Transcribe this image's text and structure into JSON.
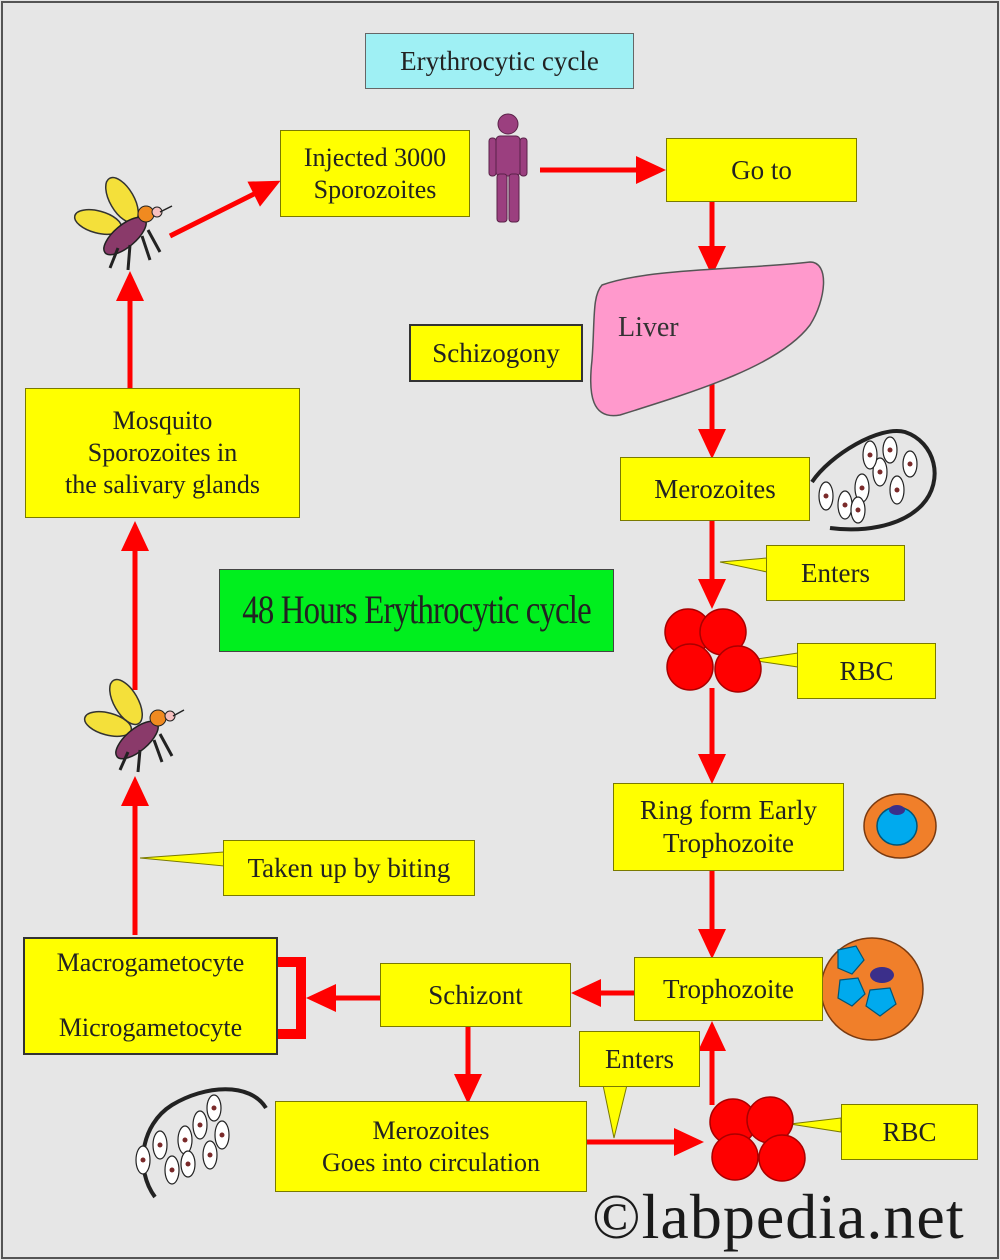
{
  "title": "Erythrocytic cycle",
  "center_label": "48 Hours Erythrocytic cycle",
  "watermark": "©labpedia.net",
  "nodes": {
    "injected": "Injected 3000\nSporozoites",
    "go_to": "Go to",
    "liver": "Liver",
    "schizogony": "Schizogony",
    "merozoites_liver": "Merozoites",
    "enters_1": "Enters",
    "rbc_1": "RBC",
    "ring_form": "Ring form Early\nTrophozoite",
    "trophozoite": "Trophozoite",
    "schizont": "Schizont",
    "gametocytes": "Macrogametocyte\n\nMicrogametocyte",
    "merozoites_circ": "Merozoites\nGoes into circulation",
    "enters_2": "Enters",
    "rbc_2": "RBC",
    "taken_up": "Taken up by biting",
    "mosquito": "Mosquito\nSporozoites in\nthe salivary glands"
  },
  "colors": {
    "background": "#e6e6e6",
    "box": "#ffff00",
    "arrow": "#ff0000",
    "rbc": "#ff0000",
    "liver": "#ff99cc",
    "human": "#9b3f7f",
    "title_box": "#9ff0f4",
    "center_box": "#00ef1e",
    "infected_cell": "#f07f2a",
    "parasite": "#00aaee"
  },
  "icons": [
    "mosquito-icon",
    "human-figure-icon",
    "liver-icon",
    "rbc-cluster-icon",
    "hepatocyte-icon",
    "ring-form-cell-icon",
    "trophozoite-cell-icon"
  ]
}
